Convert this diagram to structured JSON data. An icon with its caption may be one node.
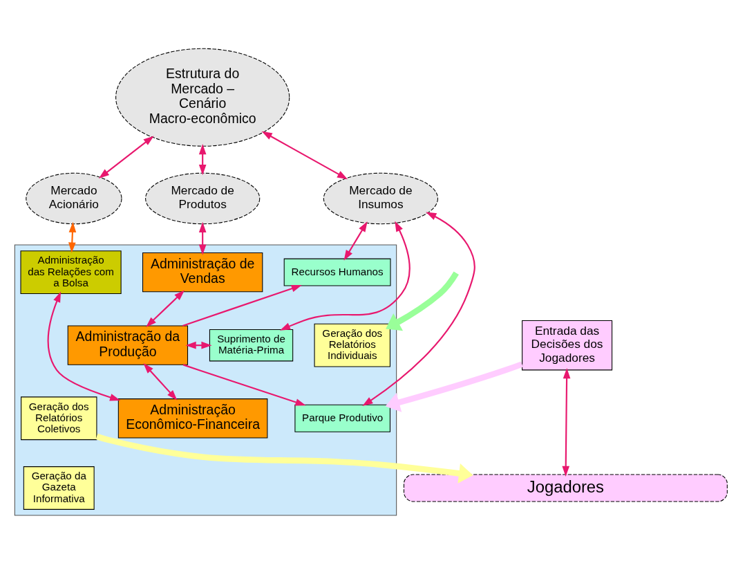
{
  "diagram": {
    "nodes": [
      {
        "text": [
          "Estrutura do Mercado – Cenário Macro-econômico"
        ]
      },
      {
        "text": [],
        "shape": "box"
      },
      {
        "text": [
          "Mercado de Insumos"
        ]
      },
      {
        "text": [
          "Mercado de Produtos"
        ]
      },
      {
        "text": [
          "Mercado Acionário"
        ]
      },
      {
        "text": [
          "Recursos Humanos"
        ],
        "in": 1
      },
      {
        "text": [
          "Suprimento de Matéria-Prima"
        ],
        "in": 1
      },
      {
        "text": [
          "Parque Produtivo"
        ],
        "in": 1
      },
      {
        "text": [
          "Administração de Vendas"
        ],
        "in": 1
      },
      {
        "text": [
          "Administração da Produção"
        ],
        "in": 1
      },
      {
        "text": [
          "Administração Econômico-Financeira"
        ],
        "in": 1
      },
      {
        "text": [
          "Administração das Relações com a Bolsa"
        ],
        "in": 1
      },
      {
        "text": [
          "Geração dos Relatórios Individuais"
        ],
        "in": 1
      },
      {
        "text": [
          "Geração dos Relatórios Coletivos"
        ],
        "in": 1
      },
      {
        "text": [
          "Geração da Gazeta Informativa"
        ],
        "in": 1
      },
      {
        "text": [
          "Entrada das Decisões dos Jogadores"
        ]
      },
      {
        "text": [
          "Jogadores"
        ]
      }
    ],
    "edges": [
      {
        "from": 0,
        "to": 2,
        "arrow": "both"
      },
      {
        "from": 0,
        "to": 3,
        "arrow": "both"
      },
      {
        "from": 0,
        "to": 4,
        "arrow": "both"
      },
      {
        "from": 2,
        "to": 5,
        "arrow": "both"
      },
      {
        "from": 2,
        "to": 6,
        "arrow": "both"
      },
      {
        "from": 2,
        "to": 7,
        "arrow": "both"
      },
      {
        "from": 3,
        "to": 8,
        "arrow": "both"
      },
      {
        "from": 4,
        "to": 11,
        "arrow": "both",
        "color": "#ff6600"
      },
      {
        "from": 8,
        "to": 9,
        "arrow": "both"
      },
      {
        "from": 9,
        "to": 5,
        "arrow": "to"
      },
      {
        "from": 6,
        "to": 9,
        "arrow": "both"
      },
      {
        "from": 9,
        "to": 7,
        "arrow": "to"
      },
      {
        "from": 9,
        "to": 10,
        "arrow": "both"
      },
      {
        "from": 10,
        "to": 11,
        "arrow": "both"
      },
      {
        "from": null,
        "to": 12,
        "arrow": "to",
        "style": "thick",
        "color": "#99ff99"
      },
      {
        "from": 13,
        "to": 16,
        "arrow": "to",
        "style": "thick",
        "color": "#ffff99"
      },
      {
        "from": 15,
        "to": 7,
        "arrow": "to",
        "style": "thick",
        "color": "#ffccff"
      },
      {
        "from": 15,
        "to": 16,
        "arrow": "both"
      }
    ]
  }
}
